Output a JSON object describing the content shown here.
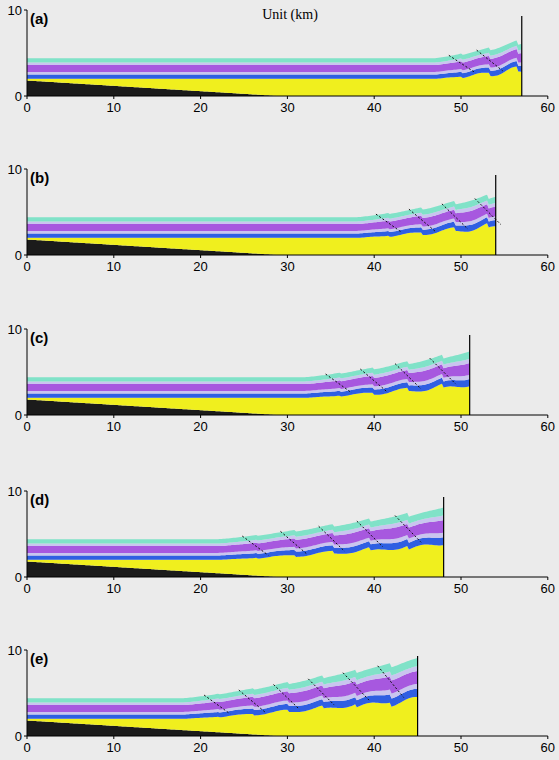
{
  "diagram": {
    "labels": [
      "(a)",
      "Unit (km)",
      "10",
      "0",
      "0",
      "10",
      "20",
      "30",
      "40",
      "50",
      "60",
      "(b)",
      "10",
      "0",
      "0",
      "10",
      "20",
      "30",
      "40",
      "50",
      "60",
      "(c)",
      "10",
      "0",
      "0",
      "10",
      "20",
      "30",
      "40",
      "50",
      "60",
      "(d)",
      "10",
      "0",
      "0",
      "10",
      "20",
      "30",
      "40",
      "50",
      "60",
      "(e)",
      "10",
      "0",
      "0",
      "10",
      "20",
      "30",
      "40",
      "50",
      "60"
    ]
  }
}
